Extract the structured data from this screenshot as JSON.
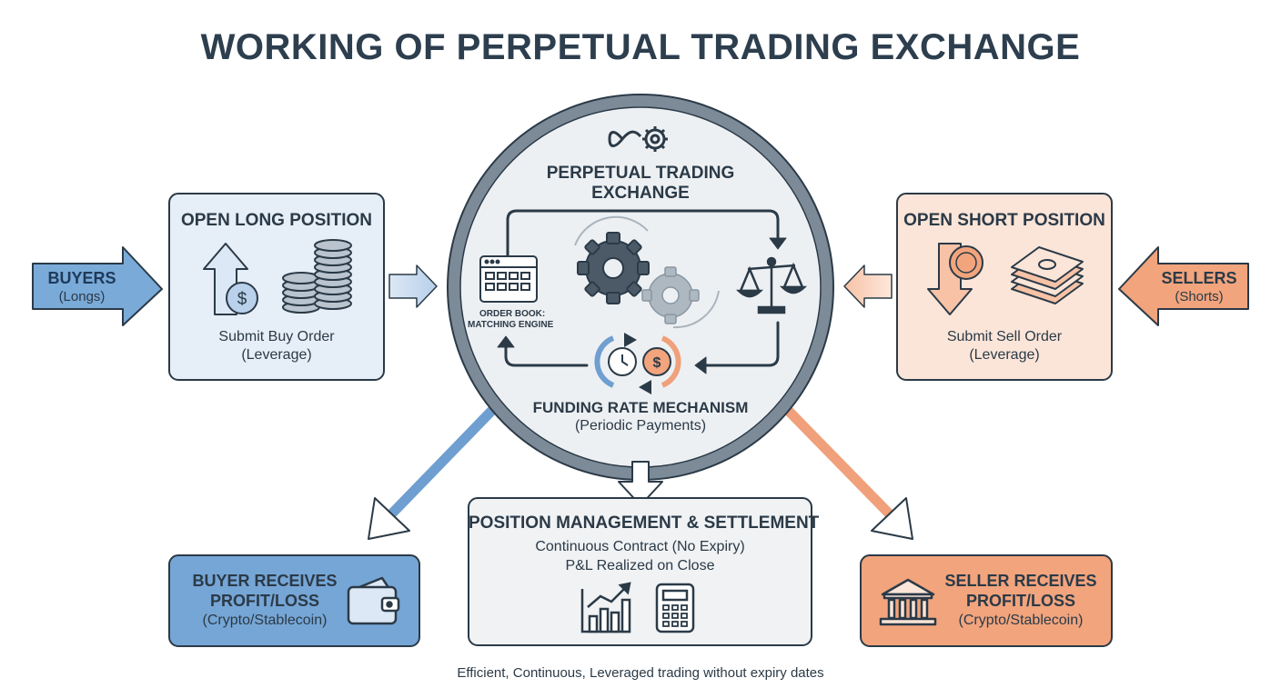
{
  "title": "WORKING OF PERPETUAL TRADING EXCHANGE",
  "buyers": {
    "title": "BUYERS",
    "subtitle": "(Longs)"
  },
  "sellers": {
    "title": "SELLERS",
    "subtitle": "(Shorts)"
  },
  "long_box": {
    "title": "OPEN LONG POSITION",
    "line1": "Submit Buy Order",
    "line2": "(Leverage)"
  },
  "short_box": {
    "title": "OPEN SHORT POSITION",
    "line1": "Submit Sell Order",
    "line2": "(Leverage)"
  },
  "exchange": {
    "title_line1": "PERPETUAL TRADING",
    "title_line2": "EXCHANGE",
    "order_book_line1": "ORDER BOOK:",
    "order_book_line2": "MATCHING ENGINE",
    "funding_title": "FUNDING RATE MECHANISM",
    "funding_subtitle": "(Periodic Payments)"
  },
  "settlement": {
    "title": "POSITION MANAGEMENT & SETTLEMENT",
    "line1": "Continuous Contract (No Expiry)",
    "line2": "P&L Realized on Close"
  },
  "buyer_result": {
    "line1": "BUYER RECEIVES",
    "line2": "PROFIT/LOSS",
    "line3": "(Crypto/Stablecoin)"
  },
  "seller_result": {
    "line1": "SELLER RECEIVES",
    "line2": "PROFIT/LOSS",
    "line3": "(Crypto/Stablecoin)"
  },
  "footer": "Efficient, Continuous, Leveraged trading without expiry dates",
  "colors": {
    "blue_accent": "#6f9fd0",
    "blue_box": "#e6eef7",
    "orange_accent": "#f0a07a",
    "orange_box": "#fbe5d8",
    "dark": "#2b3a47",
    "ring": "#7d8b98"
  },
  "icons": [
    "up-arrow-dollar-icon",
    "coin-stack-icon",
    "down-arrow-coin-icon",
    "cash-stack-icon",
    "gears-icon",
    "infinity-gear-icon",
    "scale-icon",
    "calendar-grid-icon",
    "funding-cycle-icon",
    "wallet-icon",
    "chart-icon",
    "calculator-icon",
    "bank-icon"
  ]
}
